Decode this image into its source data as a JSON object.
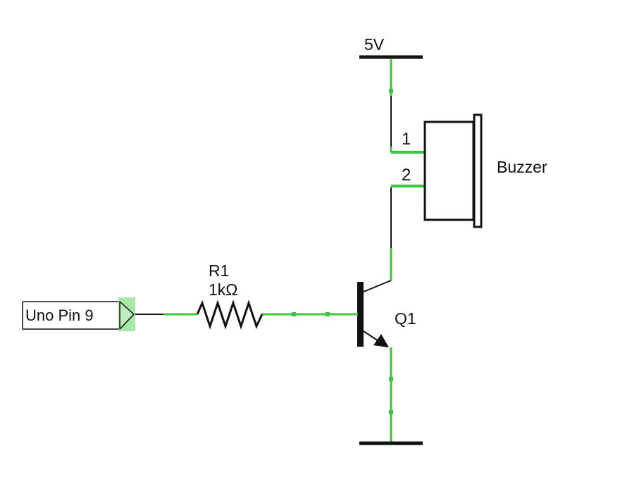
{
  "colors": {
    "background": "#ffffff",
    "wire_black": "#111111",
    "wire_green": "#3cc43c",
    "pin_highlight": "#a6e8a6",
    "text": "#111111"
  },
  "power": {
    "label": "5V"
  },
  "ground": {
    "label": ""
  },
  "buzzer": {
    "label": "Buzzer",
    "pin1": "1",
    "pin2": "2"
  },
  "resistor": {
    "ref": "R1",
    "value": "1kΩ"
  },
  "transistor": {
    "ref": "Q1",
    "type": "NPN"
  },
  "input": {
    "label": "Uno Pin 9"
  }
}
